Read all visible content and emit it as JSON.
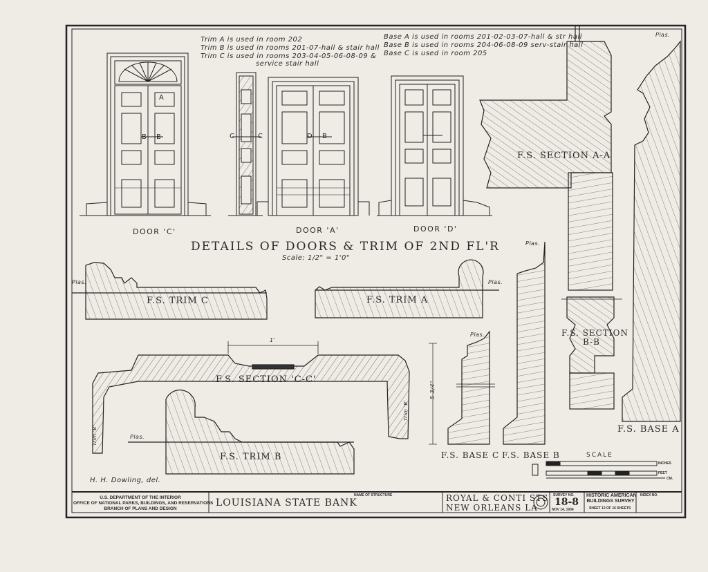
{
  "notes": {
    "trim": [
      "Trim  A is used in room  202",
      "Trim  B is used in rooms  201-07-hall & stair hall",
      "Trim  C is used in rooms  203-04-05-06-08-09 &",
      "service stair hall"
    ],
    "base": [
      "Base  A is used in rooms  201-02-03-07-hall & str hall",
      "Base  B is used in rooms  204-06-08-09  serv-stair hall",
      "Base  C is used in room  205"
    ]
  },
  "doors": {
    "c": "DOOR 'C'",
    "a": "DOOR 'A'",
    "d": "DOOR 'D'"
  },
  "door_marks": {
    "a": "A",
    "b1": "B",
    "b2": "B",
    "c1": "C",
    "c2": "C",
    "d1": "D",
    "d2": "B"
  },
  "title": "DETAILS OF DOORS & TRIM OF 2ND FL'R",
  "scale_note": "Scale: 1/2\" = 1'0\"",
  "sections": {
    "trim_c": "F.S. TRIM C",
    "trim_a": "F.S. TRIM A",
    "section_cc": "F.S. SECTION 'C-C'",
    "trim_b": "F.S. TRIM B",
    "base_c": "F.S. BASE C",
    "base_b": "F.S. BASE B",
    "section_aa": "F.S. SECTION A-A",
    "section_bb_1": "F.S. SECTION",
    "section_bb_2": "B-B",
    "base_a": "F.S. BASE A"
  },
  "plas": "Plas.",
  "dims": {
    "cc_width": "1'",
    "base_c_height": "5 3/4\"",
    "trim_b_side": "Trim 'B'",
    "trim_b_left": "Trim 'B'"
  },
  "delineator": "H. H. Dowling, del.",
  "scale_block": {
    "label": "SCALE",
    "inches": "INCHES",
    "feet": "FEET",
    "cm": "CM."
  },
  "title_block": {
    "agency_1": "U.S. DEPARTMENT OF THE INTERIOR",
    "agency_2": "OFFICE OF NATIONAL PARKS, BUILDINGS, AND RESERVATIONS",
    "agency_3": "BRANCH OF PLANS AND DESIGN",
    "name_label": "NAME OF STRUCTURE",
    "structure_name": "LOUISIANA STATE BANK",
    "location_1": "ROYAL & CONTI STS",
    "location_2": "NEW ORLEANS  LA",
    "survey_label": "SURVEY NO.",
    "survey_no": "18-8",
    "date": "NOV 14, 1934",
    "habs_1": "HISTORIC AMERICAN",
    "habs_2": "BUILDINGS SURVEY",
    "sheet": "SHEET 12 OF 16 SHEETS",
    "index_label": "INDEX NO."
  }
}
